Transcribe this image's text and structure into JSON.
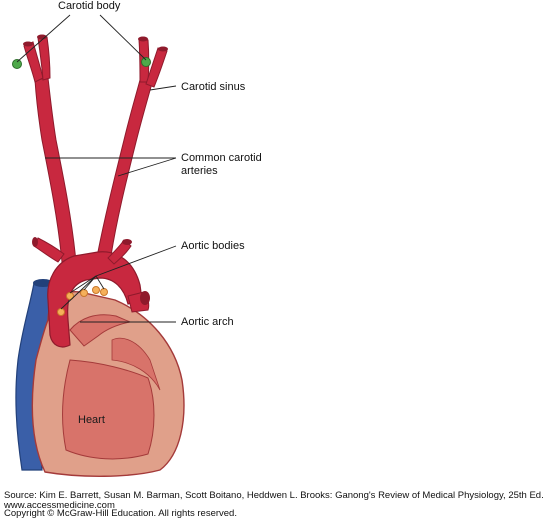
{
  "labels": {
    "carotid_body": "Carotid body",
    "carotid_sinus": "Carotid sinus",
    "common_carotid_line1": "Common carotid",
    "common_carotid_line2": "arteries",
    "aortic_bodies": "Aortic bodies",
    "aortic_arch": "Aortic arch",
    "heart": "Heart"
  },
  "credits": {
    "source": "Source: Kim E. Barrett, Susan M. Barman, Scott Boitano, Heddwen L. Brooks: Ganong's Review of Medical Physiology, 25th Ed.",
    "website": "www.accessmedicine.com",
    "copyright": "Copyright © McGraw-Hill Education.  All rights reserved."
  },
  "colors": {
    "artery": "#c8283f",
    "artery_dark": "#8f1a2c",
    "heart_fill": "#e0a08a",
    "heart_inner": "#d8736a",
    "vein": "#3a5fa8",
    "vein_dark": "#22407a",
    "carotid_body": "#4ea94a",
    "aortic_body": "#f5b05a"
  }
}
